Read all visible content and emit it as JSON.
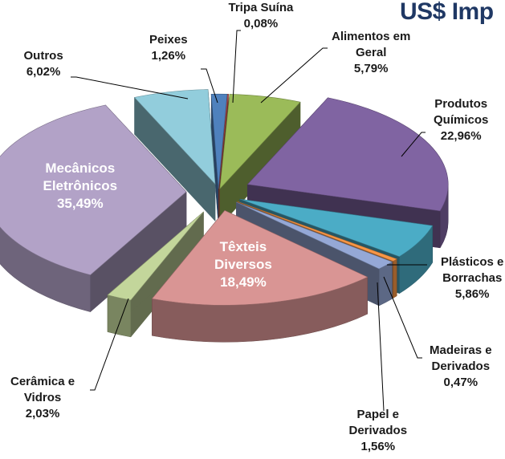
{
  "chart_data": {
    "type": "pie",
    "title": "US$ Imp",
    "three_d": true,
    "exploded": true,
    "slices": [
      {
        "name": "Tripa Suína",
        "label_lines": [
          "Tripa Suína"
        ],
        "value": 0.08,
        "value_label": "0,08%",
        "color": "#c0504d"
      },
      {
        "name": "Alimentos em Geral",
        "label_lines": [
          "Alimentos em",
          "Geral"
        ],
        "value": 5.79,
        "value_label": "5,79%",
        "color": "#9bbb59"
      },
      {
        "name": "Produtos Químicos",
        "label_lines": [
          "Produtos",
          "Químicos"
        ],
        "value": 22.96,
        "value_label": "22,96%",
        "color": "#8064a2"
      },
      {
        "name": "Plásticos e Borrachas",
        "label_lines": [
          "Plásticos e",
          "Borrachas"
        ],
        "value": 5.86,
        "value_label": "5,86%",
        "color": "#4bacc6"
      },
      {
        "name": "Madeiras e Derivados",
        "label_lines": [
          "Madeiras e",
          "Derivados"
        ],
        "value": 0.47,
        "value_label": "0,47%",
        "color": "#f79646"
      },
      {
        "name": "Papel e Derivados",
        "label_lines": [
          "Papel e",
          "Derivados"
        ],
        "value": 1.56,
        "value_label": "1,56%",
        "color": "#95a8d6"
      },
      {
        "name": "Têxteis Diversos",
        "label_lines": [
          "Têxteis",
          "Diversos"
        ],
        "value": 18.49,
        "value_label": "18,49%",
        "color": "#d99594"
      },
      {
        "name": "Cerâmica e Vidros",
        "label_lines": [
          "Cerâmica e",
          "Vidros"
        ],
        "value": 2.03,
        "value_label": "2,03%",
        "color": "#c3d69b"
      },
      {
        "name": "Mecânicos Eletrônicos",
        "label_lines": [
          "Mecânicos",
          "Eletrônicos"
        ],
        "value": 35.49,
        "value_label": "35,49%",
        "color": "#b2a2c7"
      },
      {
        "name": "Outros",
        "label_lines": [
          "Outros"
        ],
        "value": 6.02,
        "value_label": "6,02%",
        "color": "#92cddc"
      },
      {
        "name": "Peixes",
        "label_lines": [
          "Peixes"
        ],
        "value": 1.26,
        "value_label": "1,26%",
        "color": "#4f81bd"
      }
    ],
    "legend": "none"
  }
}
